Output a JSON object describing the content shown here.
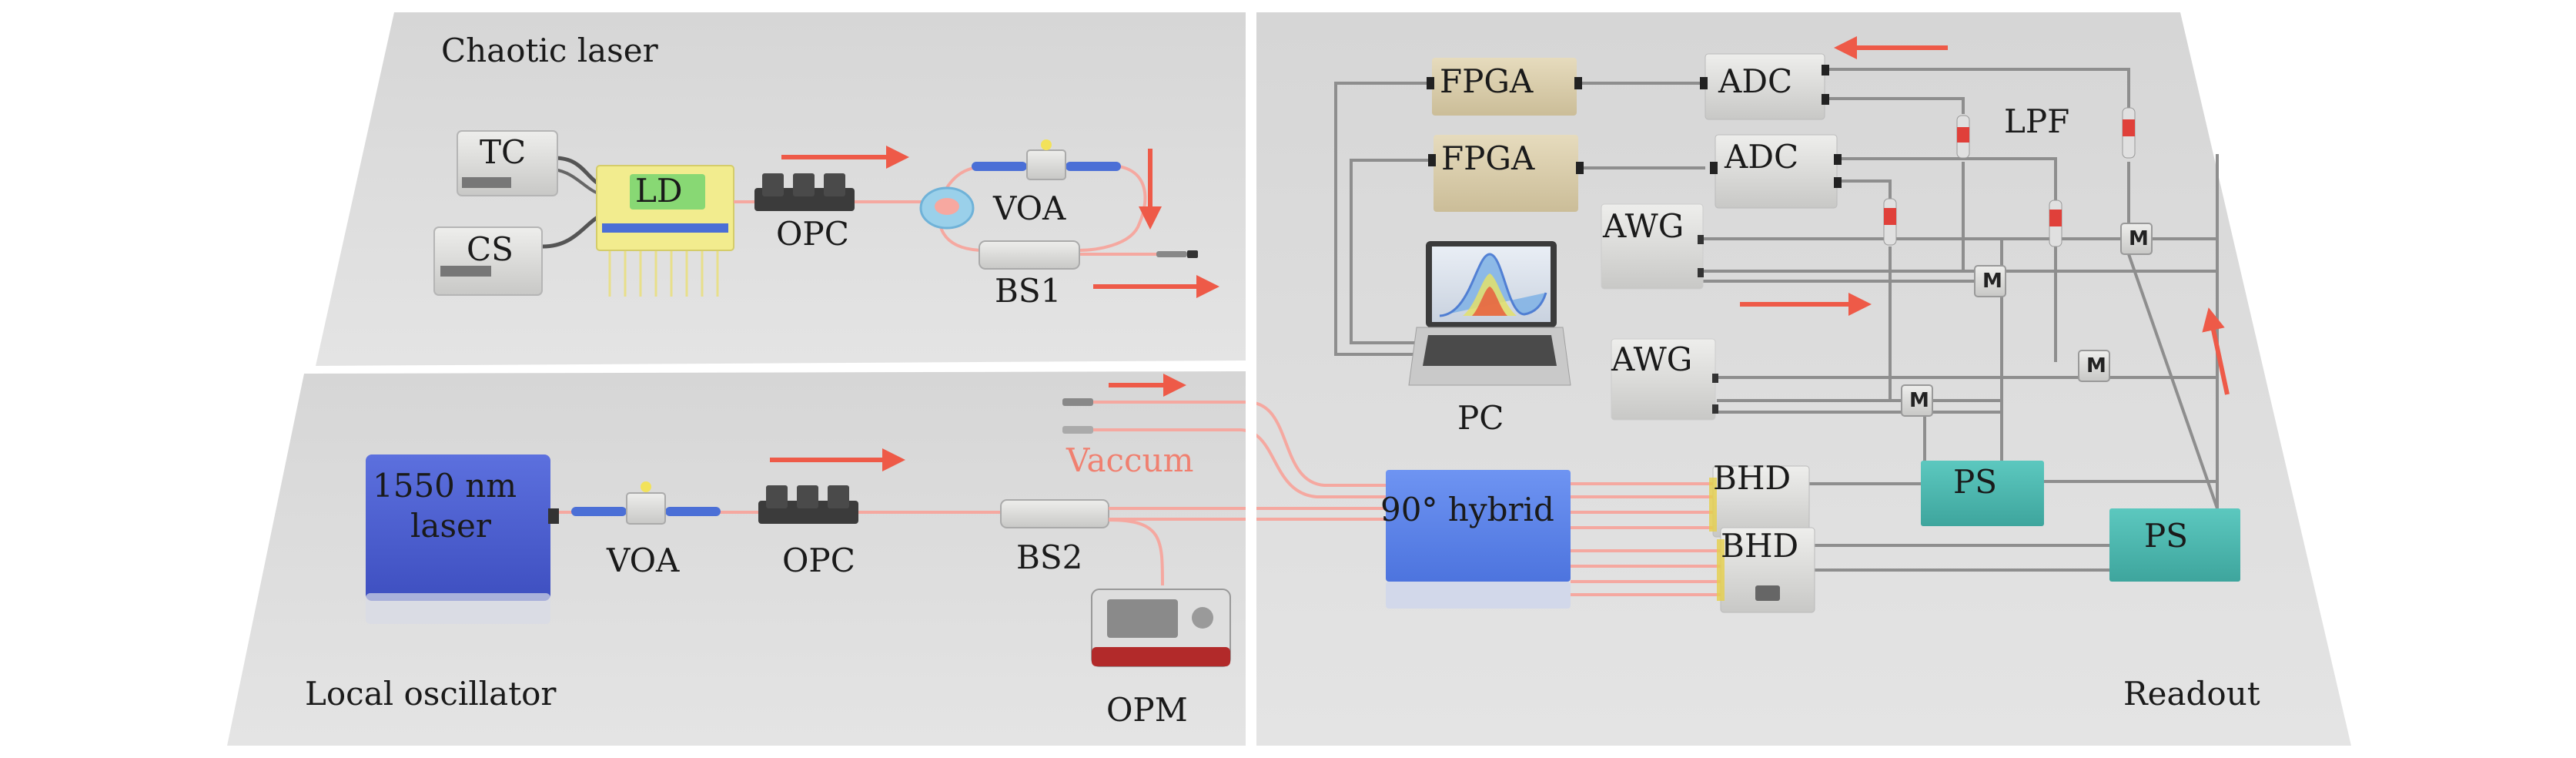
{
  "panels": {
    "chaotic_laser": {
      "title": "Chaotic laser"
    },
    "local_oscillator": {
      "title": "Local oscillator"
    },
    "readout": {
      "title": "Readout"
    }
  },
  "components": {
    "tc": "TC",
    "cs": "CS",
    "ld": "LD",
    "opc_top": "OPC",
    "voa_top": "VOA",
    "bs1": "BS1",
    "laser_line1": "1550 nm",
    "laser_line2": "laser",
    "voa_bottom": "VOA",
    "opc_bottom": "OPC",
    "bs2": "BS2",
    "vaccum": "Vaccum",
    "opm": "OPM",
    "hybrid": "90° hybrid",
    "bhd_top": "BHD",
    "bhd_bottom": "BHD",
    "fpga_top": "FPGA",
    "fpga_bottom": "FPGA",
    "adc_top": "ADC",
    "adc_bottom": "ADC",
    "lpf": "LPF",
    "awg_top": "AWG",
    "awg_bottom": "AWG",
    "pc": "PC",
    "ps_left": "PS",
    "ps_right": "PS"
  },
  "colors": {
    "panel": "#dcdcdc",
    "fiber": "#f5a8a0",
    "arrow": "#ee5a48",
    "fpga": "#ddd0ae",
    "device": "#dcdcd8",
    "hybrid": "#5f87ea",
    "laser": "#4f63d3",
    "ps": "#4fb8b0",
    "ld": "#7fd46a"
  }
}
